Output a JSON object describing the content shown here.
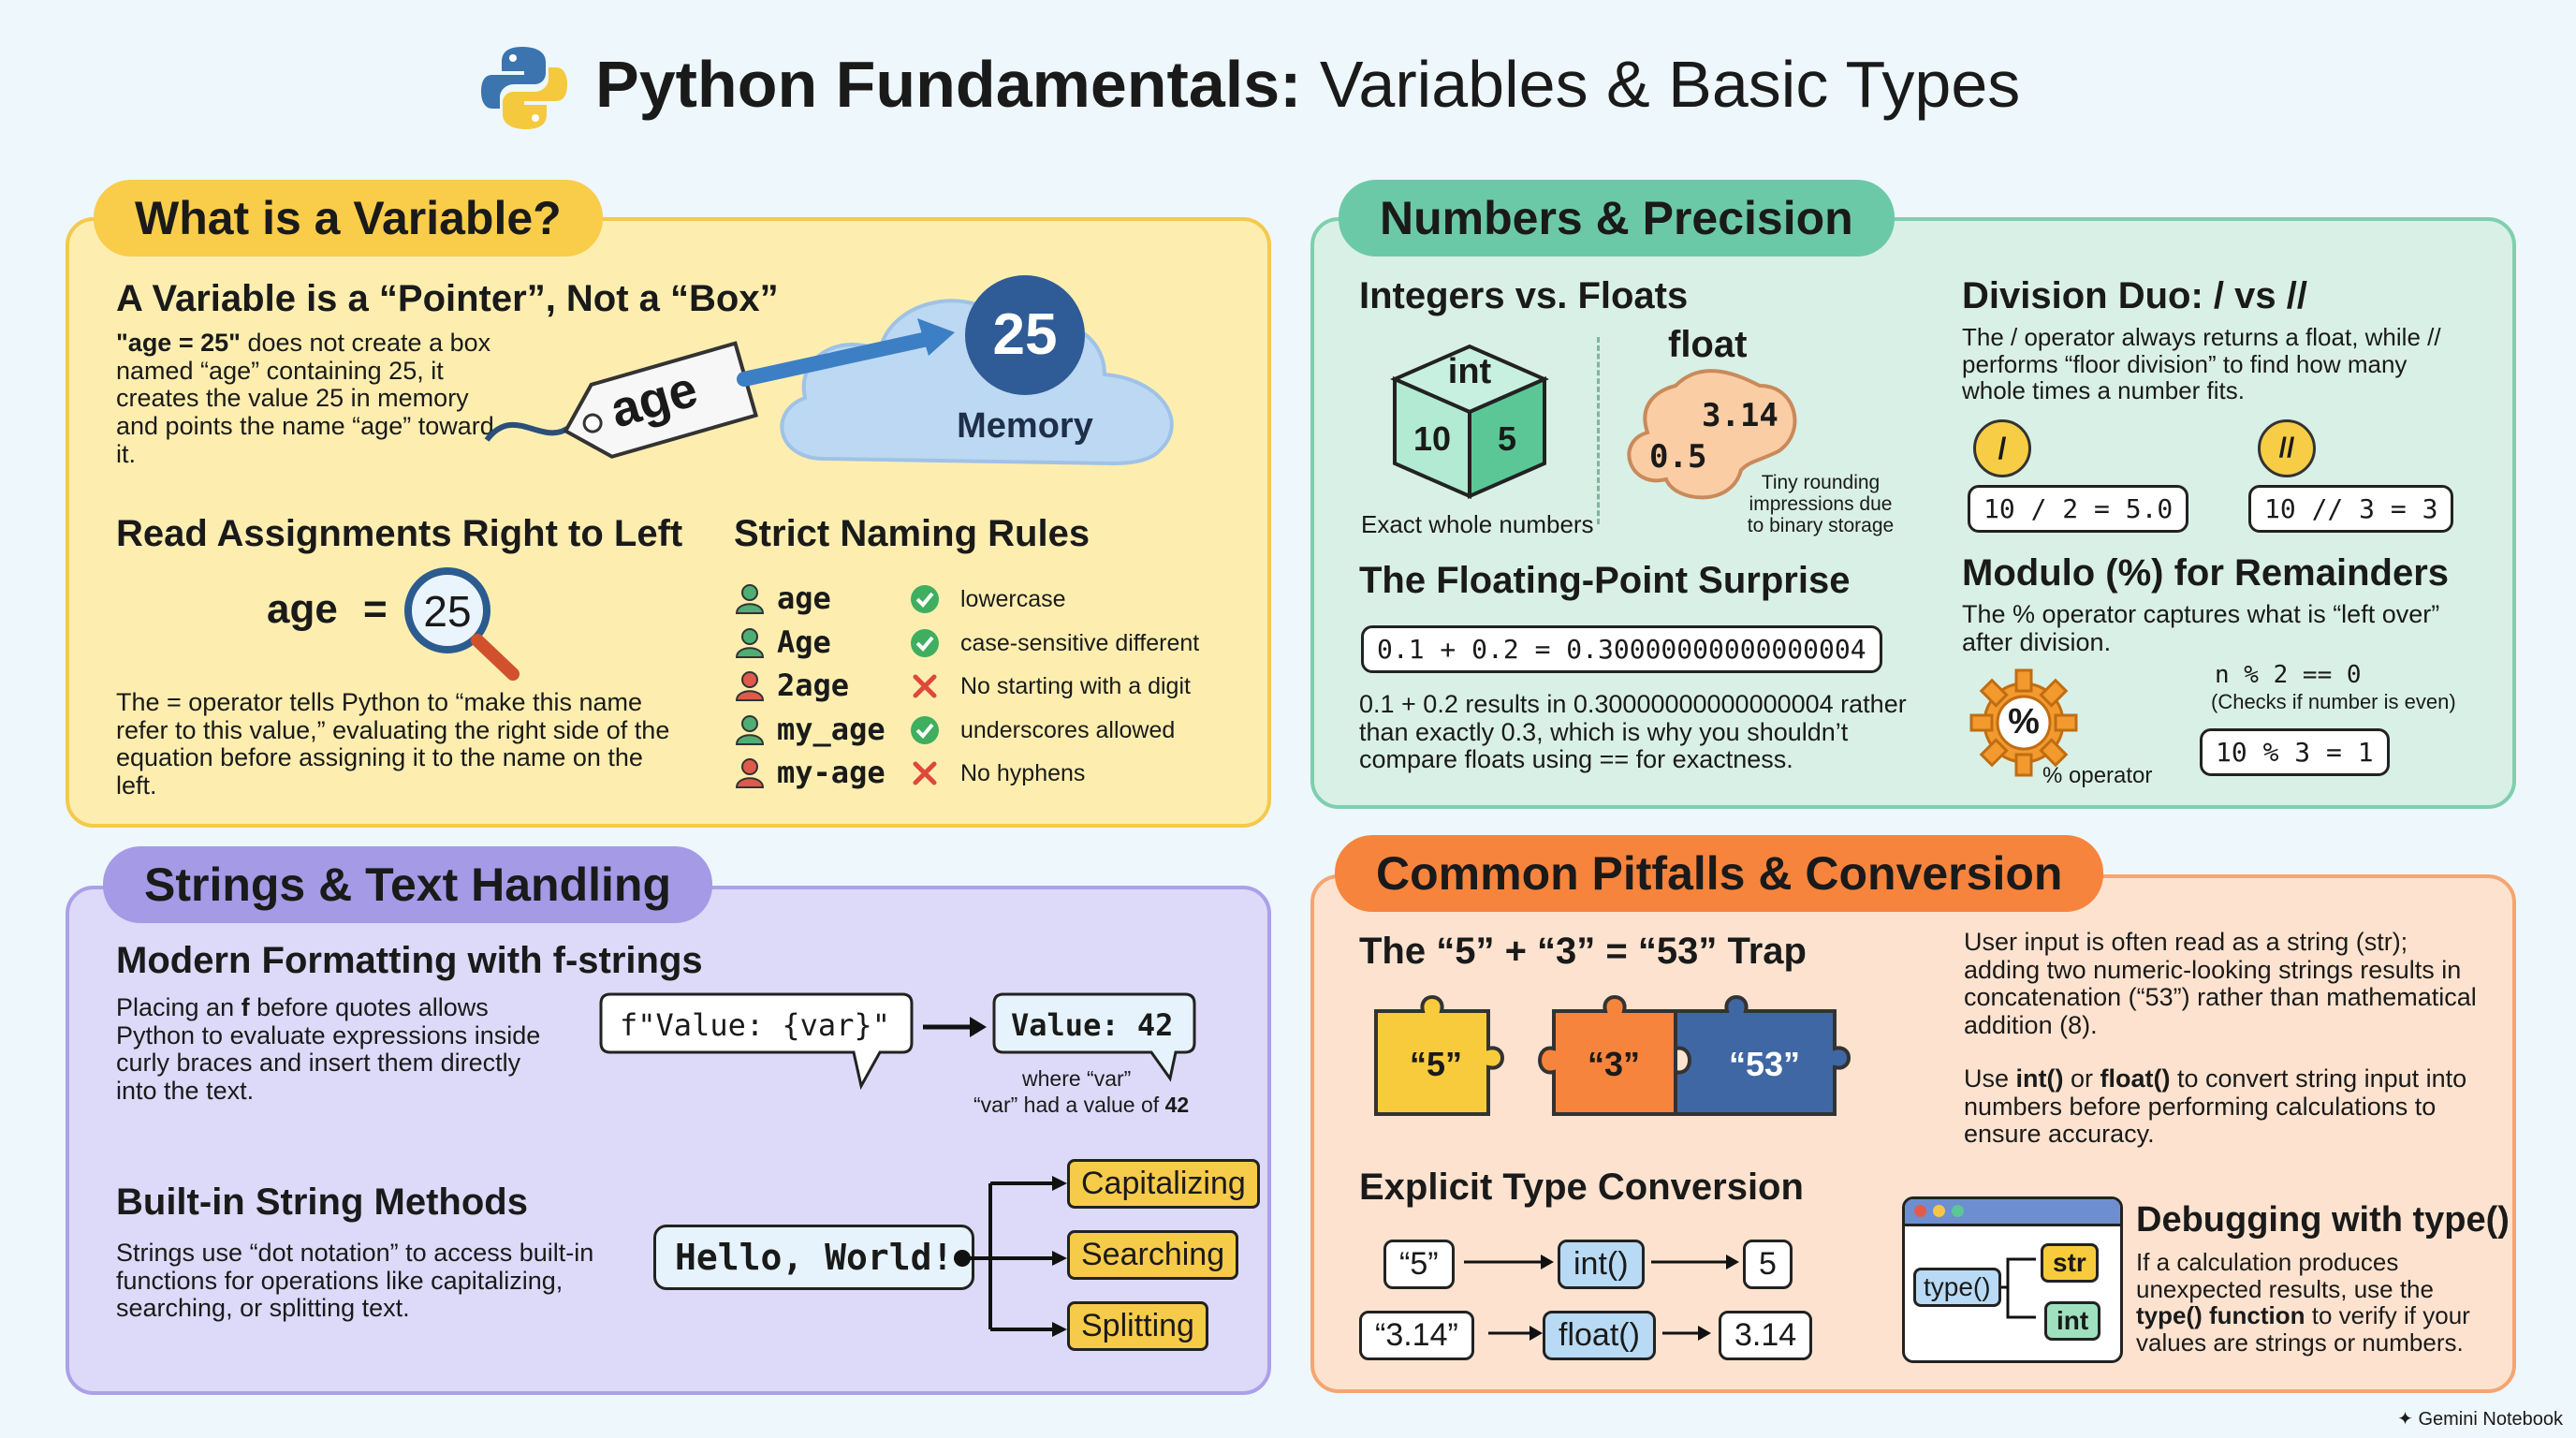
{
  "title": {
    "bold": "Python Fundamentals:",
    "rest": " Variables & Basic Types"
  },
  "variable": {
    "tab": "What is a Variable?",
    "pointer_title": "A Variable is a “Pointer”, Not a “Box”",
    "pointer_strong": "\"age = 25\"",
    "pointer_text": " does not create a box named “age” containing 25, it creates the value 25 in memory and points the name “age” toward it.",
    "tag_label": "age",
    "memory_value": "25",
    "memory_label": "Memory",
    "assign_title": "Read Assignments Right to Left",
    "assign_name": "age",
    "assign_eq": "=",
    "assign_value": "25",
    "assign_text": "The = operator tells Python to “make this name refer to this value,” evaluating the right side of the equation before assigning it to the name on the left.",
    "naming_title": "Strict Naming Rules",
    "naming_rules": [
      {
        "name": "age",
        "note": "lowercase",
        "valid": true
      },
      {
        "name": "Age",
        "note": "case-sensitive different",
        "valid": true
      },
      {
        "name": "2age",
        "note": "No starting with a digit",
        "valid": false
      },
      {
        "name": "my_age",
        "note": "underscores allowed",
        "valid": true
      },
      {
        "name": "my-age",
        "note": "No hyphens",
        "valid": false
      }
    ]
  },
  "numbers": {
    "tab": "Numbers & Precision",
    "int_float_title": "Integers vs. Floats",
    "int_label": "int",
    "int_a": "10",
    "int_b": "5",
    "int_caption": "Exact whole numbers",
    "float_label": "float",
    "float_a": "3.14",
    "float_b": "0.5",
    "float_caption": "Tiny rounding impressions due to binary storage",
    "division_title": "Division Duo: / vs //",
    "division_text": "The / operator always returns a float, while // performs “floor division” to find how many whole times a number fits.",
    "div_op1": "/",
    "div_op2": "//",
    "div_ex1": "10 / 2 = 5.0",
    "div_ex2": "10 // 3 = 3",
    "fp_title": "The Floating-Point Surprise",
    "fp_code": "0.1 + 0.2 = 0.30000000000000004",
    "fp_text": "0.1 + 0.2 results in 0.30000000000000004 rather than exactly 0.3, which is why you shouldn’t compare floats using == for exactness.",
    "mod_title": "Modulo (%) for Remainders",
    "mod_text": "The % operator captures what is “left over” after division.",
    "mod_icon": "%",
    "mod_caption": "% operator",
    "mod_expr": "n % 2 == 0",
    "mod_expr_note": "(Checks if number is even)",
    "mod_example": "10 % 3 = 1"
  },
  "strings": {
    "tab": "Strings & Text Handling",
    "fstring_title": "Modern Formatting with f-strings",
    "fstring_text_pre": "Placing an ",
    "fstring_text_f": "f",
    "fstring_text_post": " before quotes allows Python to evaluate expressions inside curly braces and insert them directly into the text.",
    "fstring_code": "f\"Value: {var}\"",
    "fstring_result": "Value: 42",
    "fstring_note1": "where “var”",
    "fstring_note2_pre": "“var” had a value of ",
    "fstring_note2_val": "42",
    "methods_title": "Built-in String Methods",
    "methods_text": "Strings use “dot notation” to access built-in functions for operations like capitalizing, searching, or splitting text.",
    "methods_code": "Hello, World!",
    "methods": [
      "Capitalizing",
      "Searching",
      "Splitting"
    ]
  },
  "pitfalls": {
    "tab": "Common Pitfalls & Conversion",
    "trap_title": "The “5” + “3” = “53” Trap",
    "piece1": "“5”",
    "piece2": "“3”",
    "piece3": "“53”",
    "trap_text": "User input is often read as a string (str); adding two numeric-looking strings results in concatenation (“53”) rather than mathematical addition (8).",
    "use_pre": "Use ",
    "use_int": "int()",
    "use_or": " or ",
    "use_float": "float()",
    "use_post": " to convert string input into numbers before performing calculations to ensure accuracy.",
    "conv_title": "Explicit Type Conversion",
    "conv1": {
      "from": "“5”",
      "fn": "int()",
      "to": "5"
    },
    "conv2": {
      "from": "“3.14”",
      "fn": "float()",
      "to": "3.14"
    },
    "debug_title": "Debugging with type()",
    "debug_fn": "type()",
    "debug_str": "str",
    "debug_int": "int",
    "debug_pre": "If a calculation produces unexpected results, use the ",
    "debug_strong": "type() function",
    "debug_post": " to verify if your values are strings or numbers."
  },
  "watermark": "Gemini Notebook",
  "colors": {
    "variable_bg": "#fdeeb0",
    "variable_tab": "#f9cc4a",
    "numbers_bg": "#d9f0e6",
    "numbers_tab": "#6cc9a8",
    "strings_bg": "#ddd9f8",
    "strings_tab": "#a59ae6",
    "pitfalls_bg": "#fde3cf",
    "pitfalls_tab": "#f7843d"
  }
}
